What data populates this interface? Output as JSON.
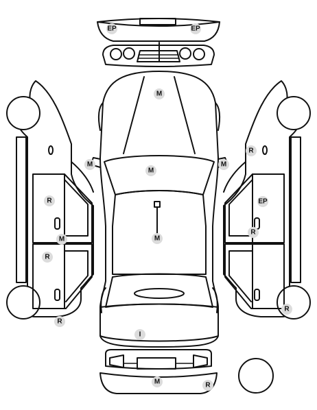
{
  "colors": {
    "line": "#111111",
    "badge": "#dcdcdc"
  },
  "markers": {
    "front_left": "EP",
    "front_right": "EP",
    "hood": "M",
    "mirror_left": "M",
    "mirror_right": "M",
    "windshield": "M",
    "roof": "M",
    "left_front_door": "R",
    "left_pillar": "M",
    "left_rear_door": "R",
    "left_rear_fender": "R",
    "right_front_fender": "R",
    "right_front_door": "EP",
    "right_pillar": "R",
    "right_rear_wheel": "R",
    "trunk": "I",
    "rear_bumper_center": "M",
    "rear_bumper_right": "R"
  }
}
